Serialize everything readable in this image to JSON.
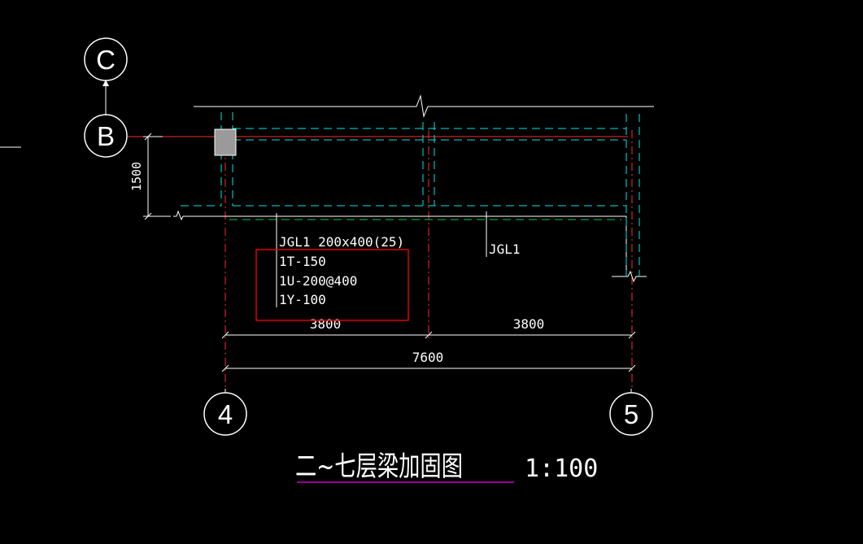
{
  "grid_bubbles": {
    "c": "C",
    "b": "B",
    "four": "4",
    "five": "5"
  },
  "dimensions": {
    "vertical": "1500",
    "left_span": "3800",
    "right_span": "3800",
    "total": "7600"
  },
  "beam_callout": {
    "name": "JGL1 200x400(25)",
    "line1": "1T-150",
    "line2": "1U-200@400",
    "line3": "1Y-100"
  },
  "beam_tag": "JGL1",
  "drawing_title": {
    "text": "二~七层梁加固图",
    "scale": "1:100"
  },
  "colors": {
    "background": "#000000",
    "line_white": "#ffffff",
    "grid_red": "#ff2a2a",
    "beam_cyan": "#00e5e5",
    "beam_green": "#00cc44",
    "highlight_box": "#e00000",
    "title_underline": "#cc00cc",
    "column_fill": "#9a9a9a"
  }
}
